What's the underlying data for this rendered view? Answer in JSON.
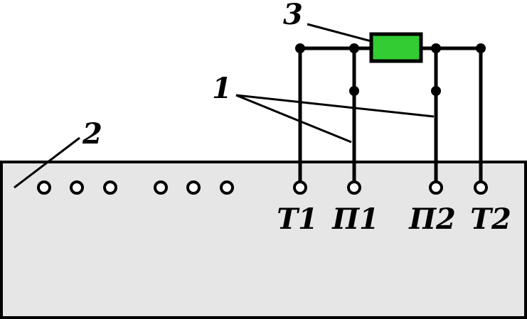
{
  "colors": {
    "panel_fill": "#e6e6e6",
    "line": "#000000",
    "component_fill": "#33cc33",
    "terminal_fill": "#ffffff"
  },
  "labels": {
    "callout_1": "1",
    "callout_2": "2",
    "callout_3": "3"
  },
  "terminals": [
    {
      "id": "t1",
      "label": "T1"
    },
    {
      "id": "p1",
      "label": "П1"
    },
    {
      "id": "p2",
      "label": "П2"
    },
    {
      "id": "t2",
      "label": "T2"
    }
  ],
  "unused_sockets_count": 6
}
